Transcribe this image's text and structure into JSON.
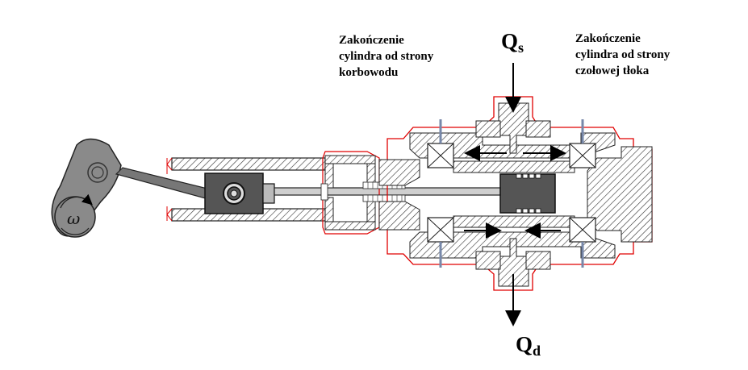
{
  "labels": {
    "crank_end": {
      "line1": "Zakończenie",
      "line2": "cylindra od strony",
      "line3": "korbowodu"
    },
    "head_end": {
      "line1": "Zakończenie",
      "line2": "cylindra od strony",
      "line3": "czołowej tłoka"
    },
    "suction": {
      "main": "Q",
      "sub": "s"
    },
    "discharge": {
      "main": "Q",
      "sub": "d"
    },
    "omega": "ω"
  },
  "colors": {
    "outline_red": "#e00000",
    "hatch": "#333333",
    "body_gray": "#555555",
    "crank_gray": "#8a8a8a",
    "rod_gray": "#777777"
  }
}
